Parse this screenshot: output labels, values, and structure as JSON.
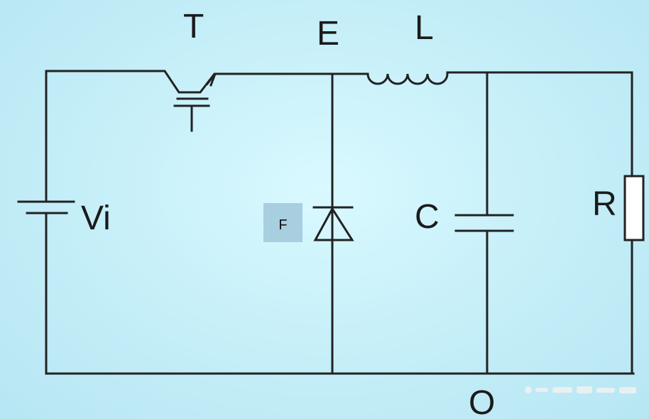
{
  "diagram": {
    "labels": {
      "transistor": "T",
      "node_e": "E",
      "inductor": "L",
      "source": "Vi",
      "diode": "F",
      "capacitor": "C",
      "resistor": "R",
      "node_o": "O"
    },
    "colors": {
      "background": "#c8f1fb",
      "wire": "#222222",
      "highlight_box": "#a7cfe0"
    }
  }
}
